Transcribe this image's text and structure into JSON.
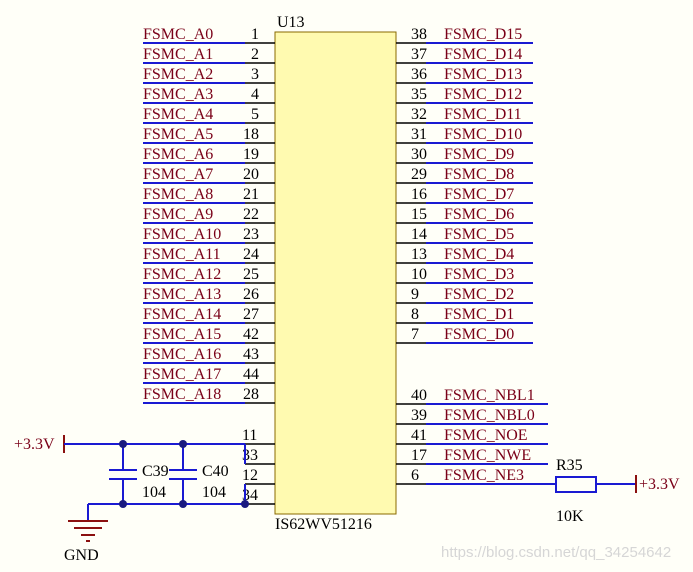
{
  "ic": {
    "designator": "U13",
    "part": "IS62WV51216",
    "left_pins": [
      {
        "net": "FSMC_A0",
        "pin": "1"
      },
      {
        "net": "FSMC_A1",
        "pin": "2"
      },
      {
        "net": "FSMC_A2",
        "pin": "3"
      },
      {
        "net": "FSMC_A3",
        "pin": "4"
      },
      {
        "net": "FSMC_A4",
        "pin": "5"
      },
      {
        "net": "FSMC_A5",
        "pin": "18"
      },
      {
        "net": "FSMC_A6",
        "pin": "19"
      },
      {
        "net": "FSMC_A7",
        "pin": "20"
      },
      {
        "net": "FSMC_A8",
        "pin": "21"
      },
      {
        "net": "FSMC_A9",
        "pin": "22"
      },
      {
        "net": "FSMC_A10",
        "pin": "23"
      },
      {
        "net": "FSMC_A11",
        "pin": "24"
      },
      {
        "net": "FSMC_A12",
        "pin": "25"
      },
      {
        "net": "FSMC_A13",
        "pin": "26"
      },
      {
        "net": "FSMC_A14",
        "pin": "27"
      },
      {
        "net": "FSMC_A15",
        "pin": "42"
      },
      {
        "net": "FSMC_A16",
        "pin": "43"
      },
      {
        "net": "FSMC_A17",
        "pin": "44"
      },
      {
        "net": "FSMC_A18",
        "pin": "28"
      }
    ],
    "right_pins": [
      {
        "net": "FSMC_D15",
        "pin": "38"
      },
      {
        "net": "FSMC_D14",
        "pin": "37"
      },
      {
        "net": "FSMC_D13",
        "pin": "36"
      },
      {
        "net": "FSMC_D12",
        "pin": "35"
      },
      {
        "net": "FSMC_D11",
        "pin": "32"
      },
      {
        "net": "FSMC_D10",
        "pin": "31"
      },
      {
        "net": "FSMC_D9",
        "pin": "30"
      },
      {
        "net": "FSMC_D8",
        "pin": "29"
      },
      {
        "net": "FSMC_D7",
        "pin": "16"
      },
      {
        "net": "FSMC_D6",
        "pin": "15"
      },
      {
        "net": "FSMC_D5",
        "pin": "14"
      },
      {
        "net": "FSMC_D4",
        "pin": "13"
      },
      {
        "net": "FSMC_D3",
        "pin": "10"
      },
      {
        "net": "FSMC_D2",
        "pin": "9"
      },
      {
        "net": "FSMC_D1",
        "pin": "8"
      },
      {
        "net": "FSMC_D0",
        "pin": "7"
      }
    ],
    "ctrl_pins": [
      {
        "net": "FSMC_NBL1",
        "pin": "40"
      },
      {
        "net": "FSMC_NBL0",
        "pin": "39"
      },
      {
        "net": "FSMC_NOE",
        "pin": "41"
      },
      {
        "net": "FSMC_NWE",
        "pin": "17"
      },
      {
        "net": "FSMC_NE3",
        "pin": "6"
      }
    ],
    "power_pins": [
      "11",
      "33",
      "12",
      "34"
    ]
  },
  "power": {
    "left_supply": "+3.3V",
    "right_supply": "+3.3V",
    "ground": "GND"
  },
  "capacitors": [
    {
      "ref": "C39",
      "value": "104"
    },
    {
      "ref": "C40",
      "value": "104"
    }
  ],
  "resistor": {
    "ref": "R35",
    "value": "10K"
  },
  "watermark": "https://blog.csdn.net/qq_34254642",
  "colors": {
    "net_wire": "#1a1ad2",
    "net_label": "#7a0018",
    "chip_fill": "#fffab0",
    "power": "#8b1010"
  }
}
